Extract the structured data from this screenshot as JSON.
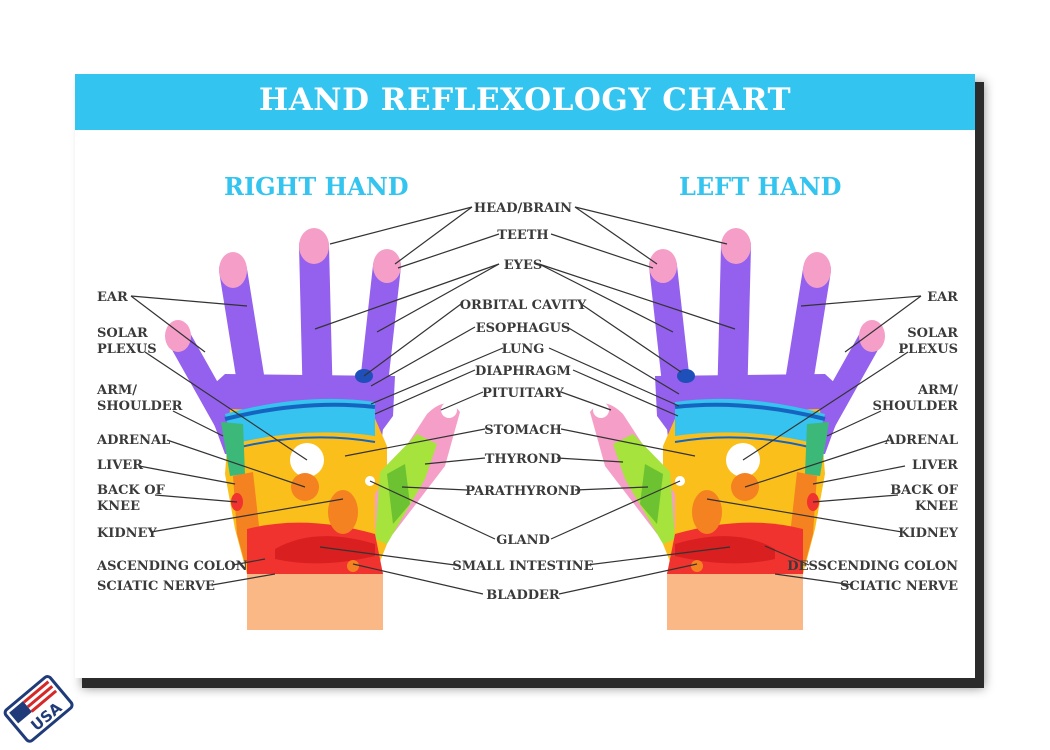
{
  "title": "HAND REFLEXOLOGY CHART",
  "right_hand_title": "RIGHT HAND",
  "left_hand_title": "LEFT HAND",
  "badge_text": "USA",
  "labels": {
    "ear": "EAR",
    "solar_plexus_1": "SOLAR",
    "solar_plexus_2": "PLEXUS",
    "arm_shoulder_1": "ARM/",
    "arm_shoulder_2": "SHOULDER",
    "adrenal": "ADRENAL",
    "liver": "LIVER",
    "back_of_knee_1": "BACK OF",
    "back_of_knee_2": "KNEE",
    "kidney": "KIDNEY",
    "ascending_colon": "ASCENDING COLON",
    "descending_colon": "DESSCENDING COLON",
    "sciatic_nerve": "SCIATIC NERVE",
    "head_brain": "HEAD/BRAIN",
    "teeth": "TEETH",
    "eyes": "EYES",
    "orbital_cavity": "ORBITAL CAVITY",
    "esophagus": "ESOPHAGUS",
    "lung": "LUNG",
    "diaphragm": "DIAPHRAGM",
    "pituitary": "PITUITARY",
    "stomach": "STOMACH",
    "thyrond": "THYROND",
    "parathyrond": "PARATHYROND",
    "gland": "GLAND",
    "small_intestine": "SMALL INTESTINE",
    "bladder": "BLADDER"
  },
  "colors": {
    "banner": "#33c4ef",
    "finger": "#9460ee",
    "fingertip": "#f59fc8",
    "band": "#36c3ef",
    "palm": "#fbbf1c",
    "thumb": "#a6e33c",
    "red_zone": "#f0332e",
    "orange_zone": "#f58220",
    "wrist": "#fbb887"
  }
}
